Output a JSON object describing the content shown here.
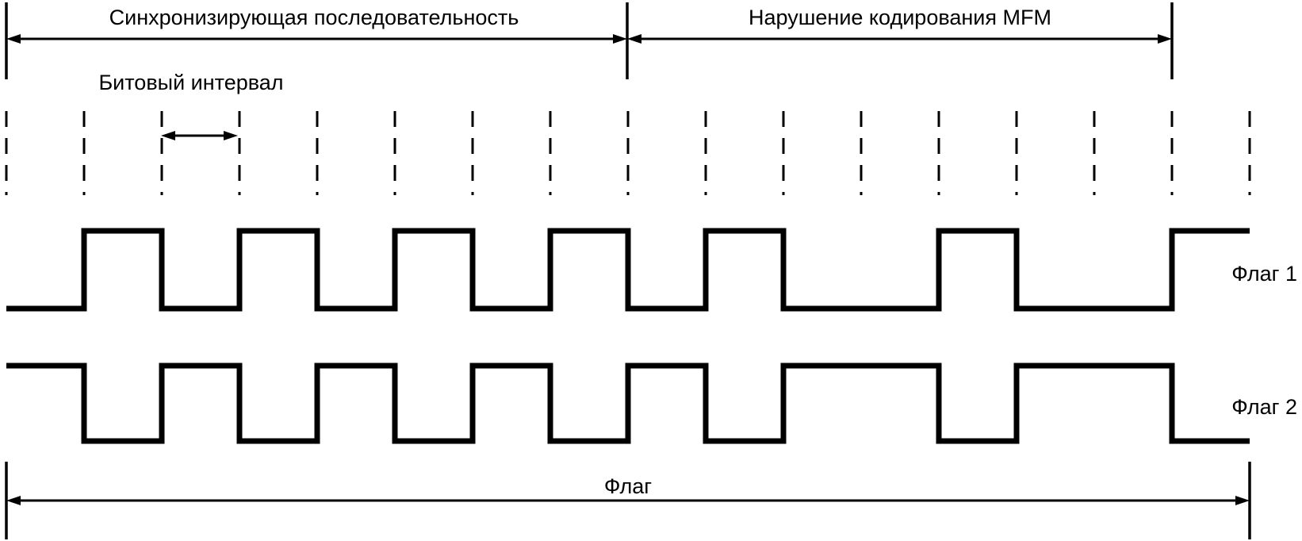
{
  "labels": {
    "sync_sequence": "Синхронизирующая последовательность",
    "mfm_violation": "Нарушение кодирования MFM",
    "bit_interval": "Битовый интервал",
    "flag1": "Флаг 1",
    "flag2": "Флаг 2",
    "flag": "Флаг"
  },
  "timing": {
    "cells": 16,
    "sync_cells": 8,
    "violation_cells": 7,
    "bit_interval_marker_cell": 2
  },
  "signals": {
    "flag1": [
      0,
      1,
      0,
      1,
      0,
      1,
      0,
      1,
      0,
      1,
      0,
      0,
      1,
      0,
      0,
      1
    ],
    "flag2": [
      1,
      0,
      1,
      0,
      1,
      0,
      1,
      0,
      1,
      0,
      1,
      1,
      0,
      1,
      1,
      0
    ]
  },
  "colors": {
    "stroke": "#000000",
    "background": "#ffffff"
  }
}
